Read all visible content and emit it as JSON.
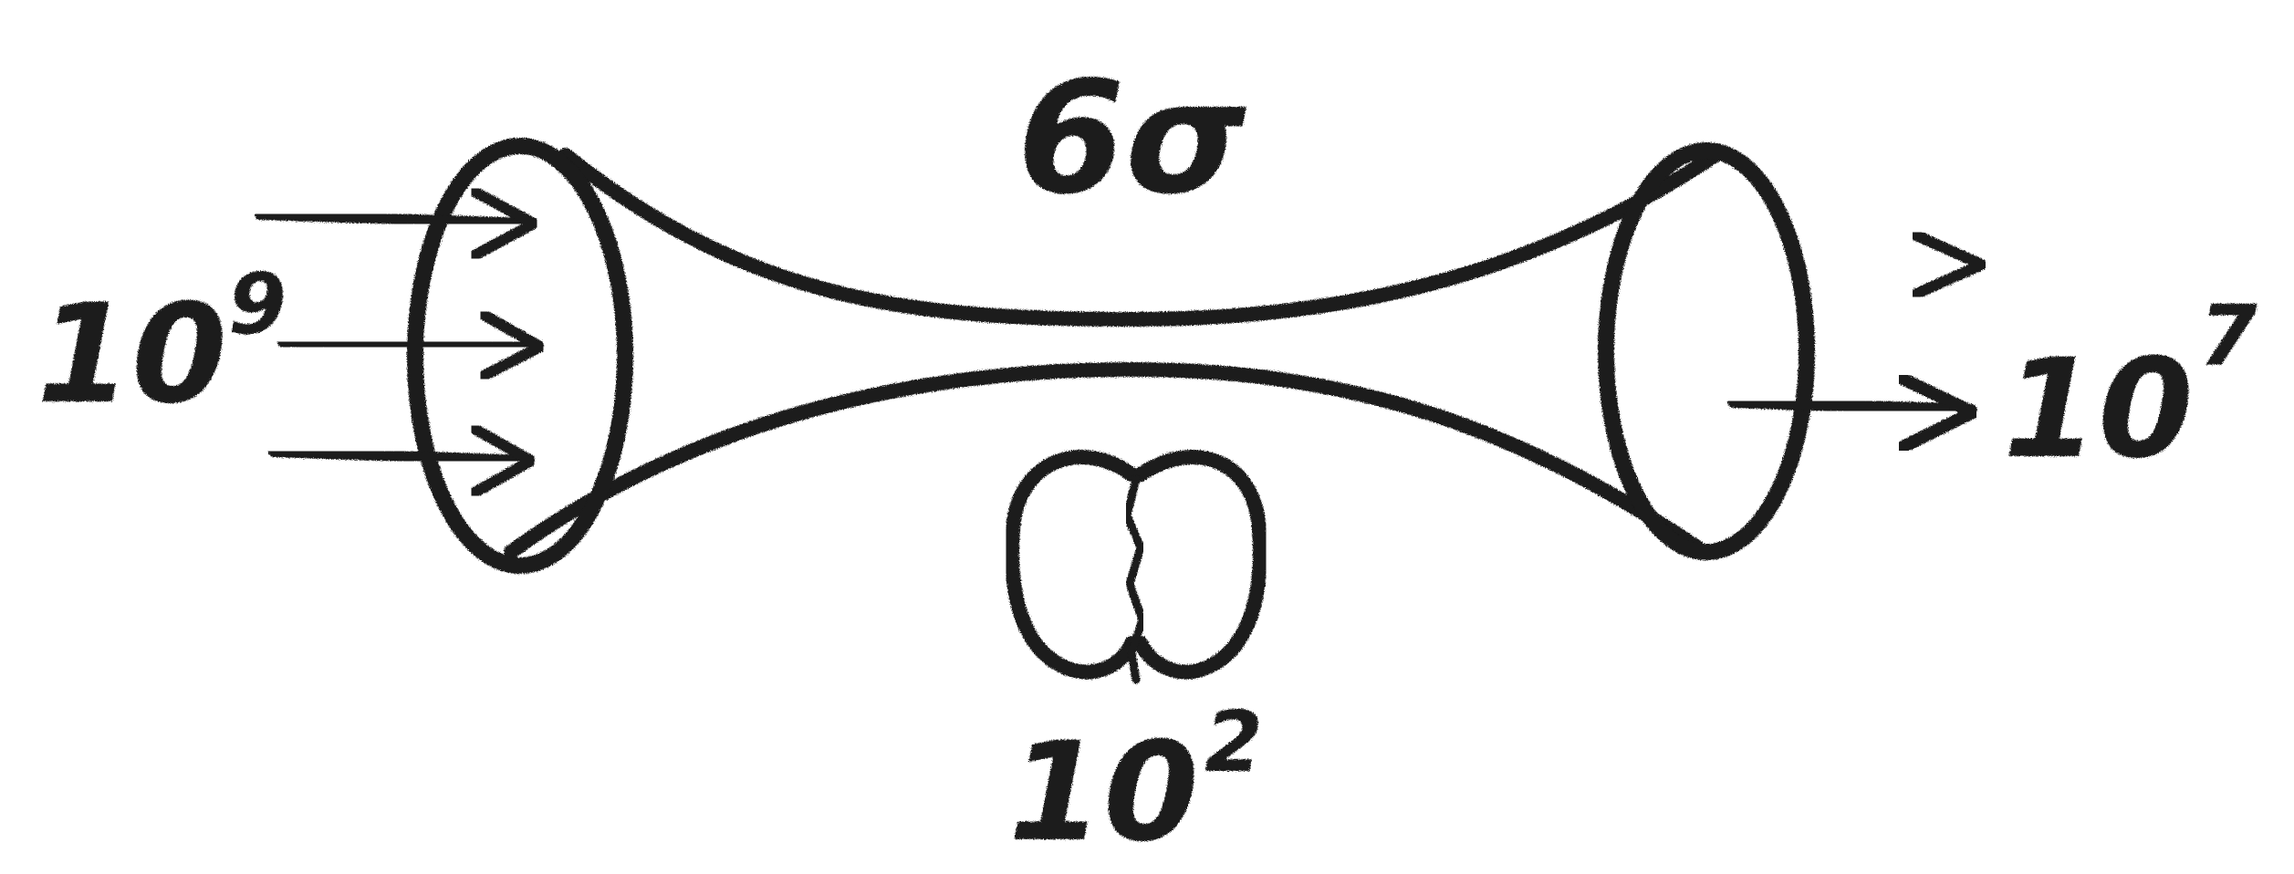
{
  "diagram": {
    "title": "6σ",
    "input": {
      "base": "10",
      "exponent": "9",
      "arrow_count": 3
    },
    "output": {
      "base": "10",
      "exponent": "7",
      "arrow_count": 2
    },
    "bottom": {
      "base": "10",
      "exponent": "2",
      "icon": "brain-icon"
    },
    "colors": {
      "ink": "#1a1a1a",
      "paper": "#ffffff"
    },
    "icons": [
      "arrow-icon",
      "brain-icon",
      "funnel-bottleneck-shape"
    ]
  }
}
